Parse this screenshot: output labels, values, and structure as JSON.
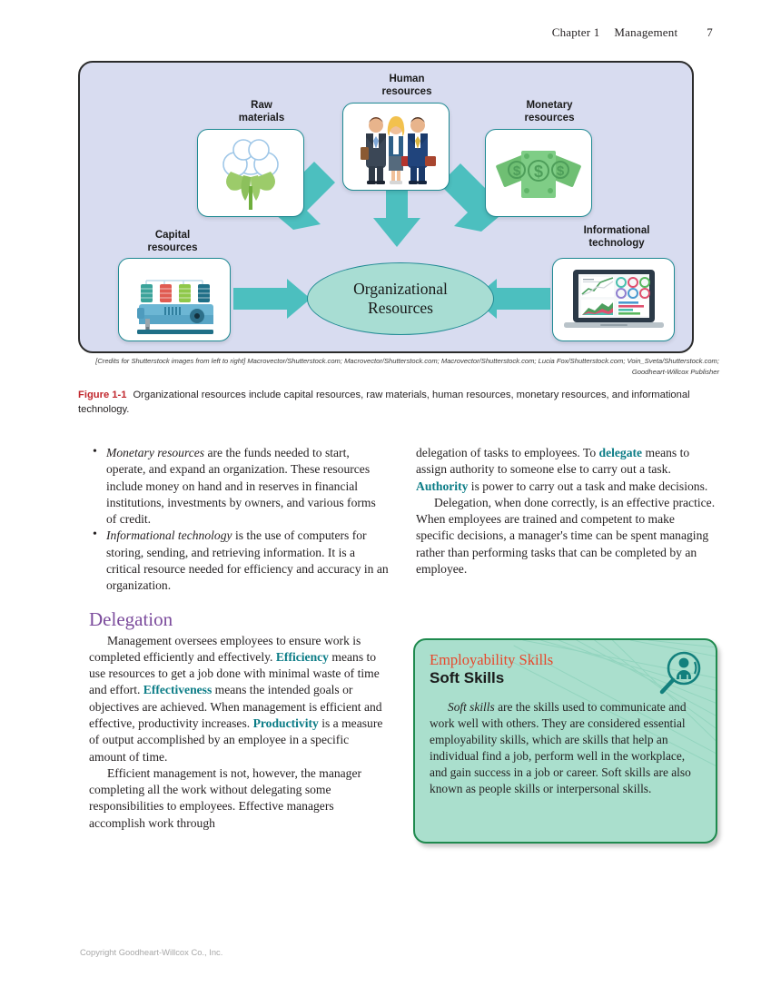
{
  "running_head": {
    "chapter": "Chapter 1",
    "title": "Management",
    "page_number": "7"
  },
  "figure": {
    "nodes": [
      {
        "id": "raw-materials",
        "label": "Raw\nmaterials",
        "icon": "cotton-plant-icon"
      },
      {
        "id": "human-resources",
        "label": "Human\nresources",
        "icon": "business-people-icon"
      },
      {
        "id": "monetary-resources",
        "label": "Monetary\nresources",
        "icon": "dollar-bills-icon"
      },
      {
        "id": "capital-resources",
        "label": "Capital\nresources",
        "icon": "sewing-machine-icon"
      },
      {
        "id": "informational-technology",
        "label": "Informational\ntechnology",
        "icon": "laptop-dashboard-icon"
      }
    ],
    "center_label": "Organizational\nResources",
    "colors": {
      "panel_background": "#d8dcf0",
      "card_border": "#1f8a93",
      "arrow": "#4cbfbf",
      "center_fill": "#a8ddd3"
    },
    "credits": "[Credits for Shutterstock images from left to right] Macrovector/Shutterstock.com; Macrovector/Shutterstock.com; Macrovector/Shutterstock.com; Lucia Fox/Shutterstock.com; Voin_Sveta/Shutterstock.com; Goodheart-Willcox Publisher",
    "caption_number": "Figure 1-1",
    "caption_text": "Organizational resources include capital resources, raw materials, human resources, monetary resources, and informational technology."
  },
  "left_column": {
    "bullets": [
      {
        "term": "Monetary resources",
        "rest": " are the funds needed to start, operate, and expand an organization. These resources include money on hand and in reserves in financial institutions, investments by owners, and various forms of credit."
      },
      {
        "term": "Informational technology",
        "rest": " is the use of computers for storing, sending, and retrieving information. It is a critical resource needed for efficiency and accuracy in an organization."
      }
    ],
    "section_heading": "Delegation",
    "para1_a": "Management oversees employees to ensure work is completed efficiently and effectively. ",
    "term_efficiency": "Efficiency",
    "para1_b": " means to use resources to get a job done with minimal waste of time and effort. ",
    "term_effectiveness": "Effectiveness",
    "para1_c": " means the intended goals or objectives are achieved. When management is efficient and effective, productivity increases. ",
    "term_productivity": "Productivity",
    "para1_d": " is a measure of output accomplished by an employee in a specific amount of time.",
    "para2": "Efficient management is not, however, the manager completing all the work without delegating some responsibilities to employees. Effective managers accomplish work through"
  },
  "right_column": {
    "para1_a": "delegation of tasks to employees. To ",
    "term_delegate": "delegate",
    "para1_b": " means to assign authority to someone else to carry out a task. ",
    "term_authority": "Authority",
    "para1_c": " is power to carry out a task and make decisions.",
    "para2": "Delegation, when done correctly, is an effective practice. When employees are trained and competent to make specific decisions, a manager's time can be spent managing rather than performing tasks that can be completed by an employee."
  },
  "employability_box": {
    "kicker": "Employability Skills",
    "title": "Soft Skills",
    "body_term": "Soft skills",
    "body_rest": " are the skills used to communicate and work well with others. They are considered essential employability skills, which are skills that help an individual find a job, perform well in the workplace, and gain success in a job or career. Soft skills are also known as people skills or interpersonal skills.",
    "icon": "magnifier-person-icon",
    "colors": {
      "background": "#aadfcd",
      "border": "#1e8a4e",
      "kicker": "#e8472b",
      "icon": "#13807d"
    }
  },
  "footer": {
    "copyright": "Copyright Goodheart-Willcox Co., Inc."
  }
}
